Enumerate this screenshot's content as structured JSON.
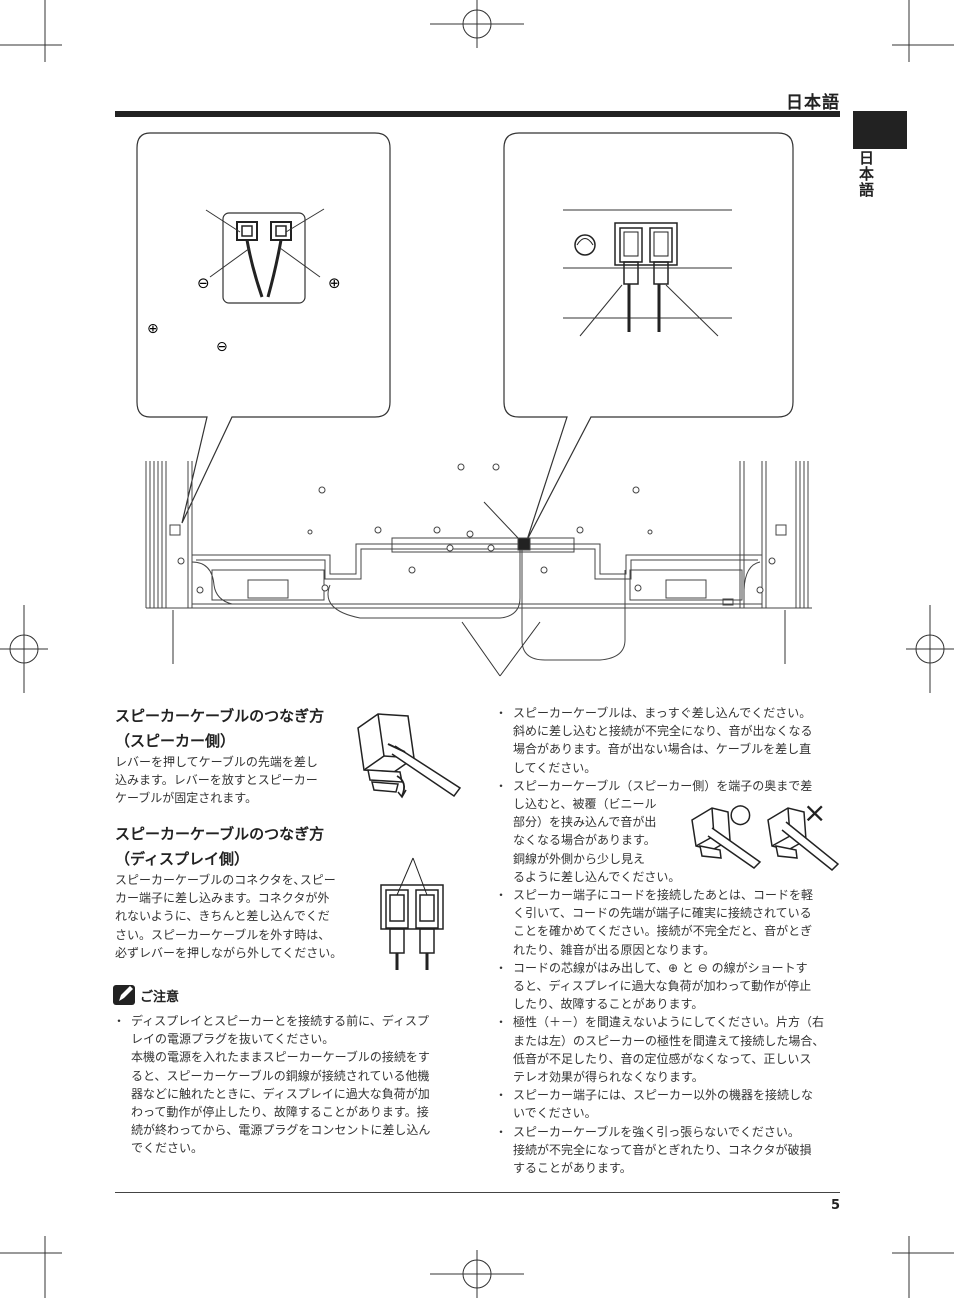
{
  "header": {
    "language_label": "日本語"
  },
  "side_tab": {
    "label": "日本語"
  },
  "section_speaker_side": {
    "title_line1": "スピーカーケーブルのつなぎ方",
    "title_line2": "（スピーカー側）",
    "body_lines": [
      "レバーを押してケーブルの先端を差し",
      "込みます。レバーを放すとスピーカー",
      "ケーブルが固定されます。"
    ]
  },
  "section_display_side": {
    "title_line1": "スピーカーケーブルのつなぎ方",
    "title_line2": "（ディスプレイ側）",
    "body_lines": [
      "スピーカーケーブルのコネクタを､スピー",
      "カー端子に差し込みます。コネクタが外",
      "れないように、きちんと差し込んでくだ",
      "さい。スピーカーケーブルを外す時は、",
      "必ずレバーを押しながら外してください。"
    ]
  },
  "caution": {
    "title": "ご注意",
    "items": [
      {
        "lines": [
          "ディスプレイとスピーカーとを接続する前に、ディスプ",
          "レイの電源プラグを抜いてください。",
          "本機の電源を入れたままスピーカーケーブルの接続をす",
          "ると、スピーカーケーブルの銅線が接続されている他機",
          "器などに触れたときに、ディスプレイに過大な負荷が加",
          "わって動作が停止したり、故障することがあります。接",
          "続が終わってから、電源プラグをコンセントに差し込ん",
          "でください。"
        ]
      }
    ]
  },
  "right_notes": [
    {
      "lines": [
        "スピーカーケーブルは、まっすぐ差し込んでください。",
        "斜めに差し込むと接続が不完全になり、音が出なくなる",
        "場合があります。音が出ない場合は、ケーブルを差し直",
        "してください。"
      ]
    },
    {
      "lines": [
        "スピーカーケーブル（スピーカー側）を端子の奥まで差",
        "し込むと、被覆（ビニール",
        "部分）を挟み込んで音が出",
        "なくなる場合があります。",
        "銅線が外側から少し見え",
        "るように差し込んでください。"
      ]
    },
    {
      "lines": [
        "スピーカー端子にコードを接続したあとは、コードを軽",
        "く引いて、コードの先端が端子に確実に接続されている",
        "ことを確かめてください。接続が不完全だと、音がとぎ",
        "れたり、雑音が出る原因となります。"
      ]
    },
    {
      "lines": [
        "コードの芯線がはみ出して、⊕ と ⊖ の線がショートす",
        "ると、ディスプレイに過大な負荷が加わって動作が停止",
        "したり、故障することがあります。"
      ]
    },
    {
      "lines": [
        "極性（＋－）を間違えないようにしてください。片方（右",
        "または左）のスピーカーの極性を間違えて接続した場合、",
        "低音が不足したり、音の定位感がなくなって、正しいス",
        "テレオ効果が得られなくなります。"
      ]
    },
    {
      "lines": [
        "スピーカー端子には、スピーカー以外の機器を接続しな",
        "いでください。"
      ]
    },
    {
      "lines": [
        "スピーカーケーブルを強く引っ張らないでください。",
        "接続が不完全になって音がとぎれたり、コネクタが破損",
        "することがあります。"
      ]
    }
  ],
  "figure_symbols": {
    "minus": "⊖",
    "plus": "⊕",
    "minus_small": "⊖",
    "plus_small": "⊕",
    "ok_mark": "○",
    "ng_mark": "×"
  },
  "footer": {
    "page_number": "5"
  }
}
